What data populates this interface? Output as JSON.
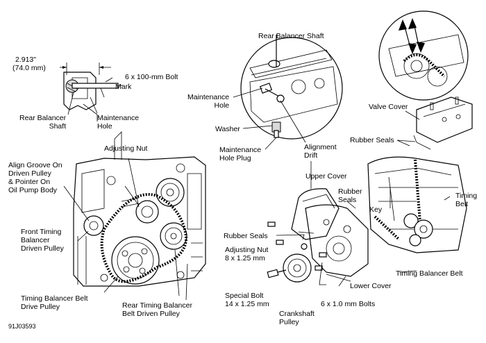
{
  "diagram_id": "91J03593",
  "labels": {
    "dimension_in": "2.913\"",
    "dimension_mm": "(74.0 mm)",
    "bolt_100": "6 x 100-mm Bolt",
    "mark": "Mark",
    "rear_balancer_shaft_left": "Rear Balancer\nShaft",
    "maintenance_hole_left": "Maintenance\nHole",
    "rear_balancer_shaft_top": "Rear Balancer Shaft",
    "maintenance_hole_mid": "Maintenance\nHole",
    "washer": "Washer",
    "maintenance_hole_plug": "Maintenance\nHole Plug",
    "alignment_drift": "Alignment\nDrift",
    "valve_cover": "Valve Cover",
    "rubber_seals_right": "Rubber Seals",
    "timing_belt": "Timing\nBelt",
    "timing_balancer_belt": "Timing Balancer Belt",
    "adjusting_nut_top": "Adjusting Nut",
    "align_groove": "Align Groove On\nDriven Pulley\n& Pointer On\nOil Pump Body",
    "front_timing_balancer": "Front Timing\nBalancer\nDriven Pulley",
    "timing_balancer_belt_drive": "Timing Balancer Belt\nDrive Pulley",
    "rear_timing_balancer_belt": "Rear Timing Balancer\nBelt Driven Pulley",
    "upper_cover": "Upper Cover",
    "rubber_seals_upper": "Rubber\nSeals",
    "key": "Key",
    "rubber_seals_left": "Rubber Seals",
    "adjusting_nut_lower": "Adjusting Nut\n8 x 1.25 mm",
    "lower_cover": "Lower Cover",
    "special_bolt": "Special Bolt\n14 x 1.25 mm",
    "crankshaft_pulley": "Crankshaft\nPulley",
    "bolts_6x10": "6 x 1.0 mm Bolts"
  }
}
